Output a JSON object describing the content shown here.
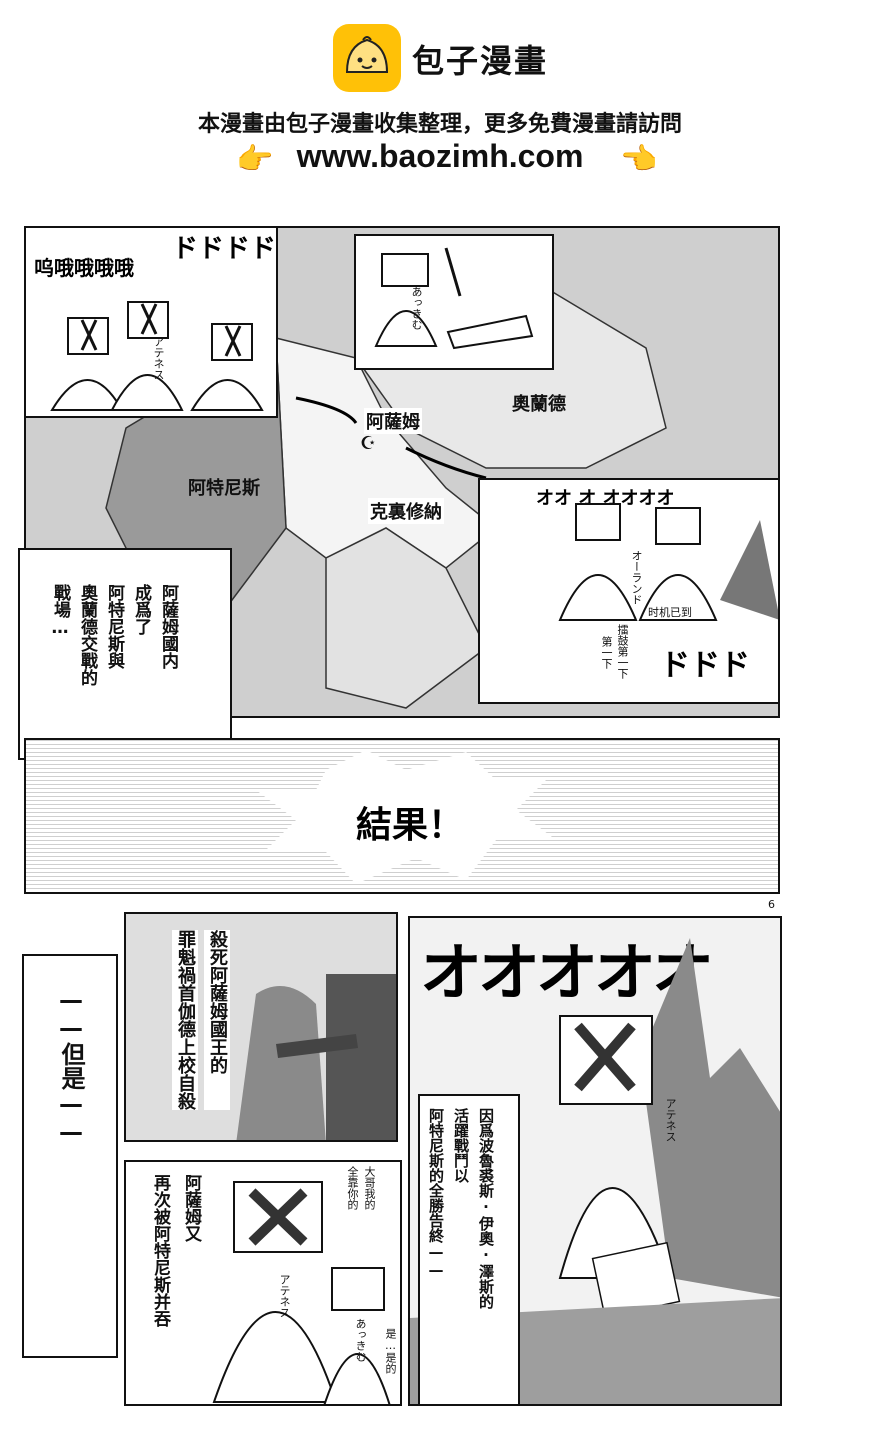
{
  "header": {
    "logo_text": "包子漫畫",
    "notice": "本漫畫由包子漫畫收集整理，更多免費漫畫請訪問",
    "url": "www.baozimh.com",
    "accent": "#FFC107"
  },
  "map_panel": {
    "labels": {
      "assam": "阿薩姆",
      "oland": "奧蘭德",
      "atenis": "阿特尼斯",
      "kesenar": "克裏修納"
    },
    "sfx_top_left": "ドドドド",
    "sfx_cry": "呜哦哦哦哦",
    "inset_tl_name": "アテネス",
    "inset_top_name": "あっきむ",
    "inset_br_sfx": "オオ オ オオオオ",
    "inset_br_name": "オーランド",
    "inset_br_timing": "时机已到",
    "inset_br_drum": "ドドド",
    "inset_br_small1": "第一下",
    "inset_br_small2": "擂鼓第一下"
  },
  "narration_1": [
    "阿薩姆國内",
    "成爲了",
    "阿特尼斯與",
    "奧蘭德交戰的",
    "戰場…"
  ],
  "result_text": "結果！",
  "page_number": "6",
  "panel_suicide_text": [
    "殺死阿薩姆國王的",
    "罪魁禍首伽德上校自殺"
  ],
  "but_text": "——但是——",
  "big_sfx": "オオオオオ",
  "victory_narration": [
    "因爲波魯裘斯·伊奧·澤斯的",
    "活躍戰鬥以",
    "阿特尼斯的全勝告終——"
  ],
  "victory_char_name": "アテネス",
  "annex_narration": [
    "阿薩姆又",
    "再次被阿特尼斯并吞"
  ],
  "annex_char1": "アテネス",
  "annex_char2": "あっきむ",
  "annex_bubble": [
    "大哥我的",
    "全靠你的"
  ],
  "annex_reply": [
    "是…是的"
  ]
}
